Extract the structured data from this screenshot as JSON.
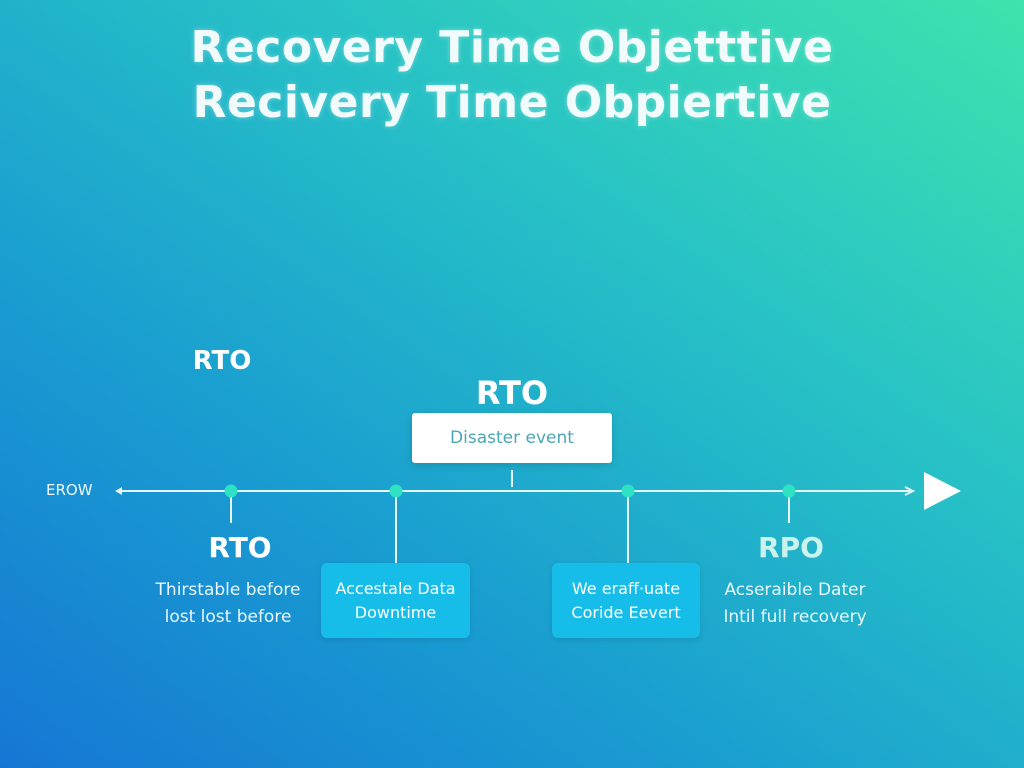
{
  "title": {
    "line1": "Recovery Time Objetttive",
    "line2": "Recivery Time Obpiertive"
  },
  "labels": {
    "top_left": "RTO",
    "top_center": "RTO",
    "left_axis": "EROW"
  },
  "event_box": {
    "label": "Disaster event"
  },
  "markers": [
    {
      "heading": "RTO",
      "lines": [
        "Thirstable before",
        "lost lost before"
      ]
    },
    {
      "box_lines": [
        "Accestale Data",
        "Downtime"
      ]
    },
    {
      "box_lines": [
        "We eraff·uate",
        "Coride Eevert"
      ]
    },
    {
      "heading": "RPO",
      "lines": [
        "Acseraible Dater",
        "Intil full recovery"
      ]
    }
  ],
  "colors": {
    "dot": "#2de3c4",
    "box": "#17bde9",
    "line": "#e6f7f7"
  }
}
